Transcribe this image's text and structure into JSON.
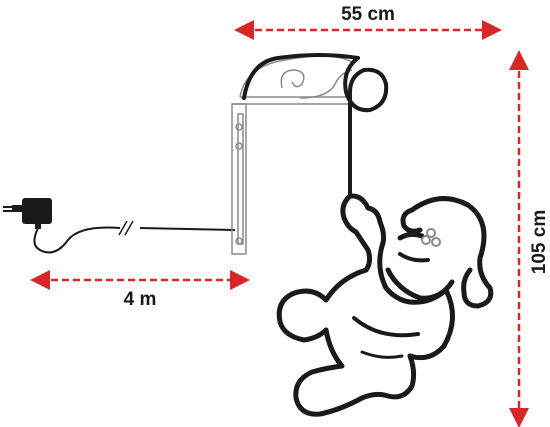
{
  "dimensions": {
    "width_label": "55 cm",
    "height_label": "105 cm",
    "cable_label": "4 m"
  },
  "colors": {
    "arrow": "#d9262b",
    "outline": "#1a1a1a",
    "bracket": "#8a8a8a",
    "background": "#ffffff"
  },
  "icons": {
    "adapter": "power-adapter-icon",
    "plug": "plug-icon",
    "santa": "santa-figure"
  }
}
